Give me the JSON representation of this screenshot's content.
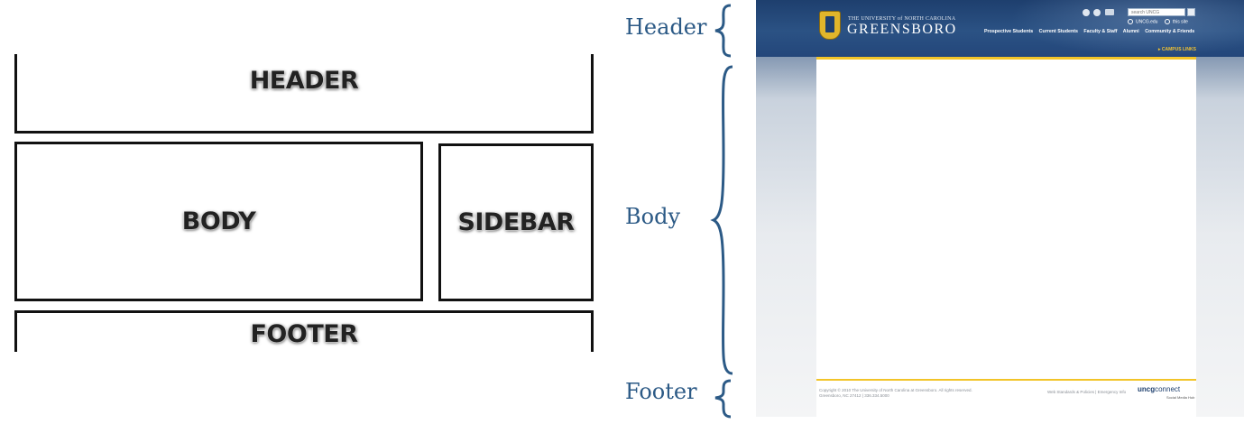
{
  "wireframe": {
    "header": "HEADER",
    "body": "BODY",
    "sidebar": "SIDEBAR",
    "footer": "FOOTER"
  },
  "labels": {
    "header": "Header",
    "body": "Body",
    "footer": "Footer"
  },
  "site": {
    "university_small": "THE UNIVERSITY of NORTH CAROLINA",
    "university_big": "GREENSBORO",
    "search_placeholder": "search UNCG",
    "radio_1": "UNCG.edu",
    "radio_2": "this site",
    "nav": [
      "Prospective Students",
      "Current Students",
      "Faculty & Staff",
      "Alumni",
      "Community & Friends"
    ],
    "campus_links": "▸ CAMPUS LINKS",
    "copyright": "Copyright © 2010 The University of North Carolina at Greensboro. All rights reserved. Greensboro, NC 27412  |  336.334.5000",
    "footer_links": "Web Standards & Policies  |  Emergency Info",
    "connect_brand": "uncg",
    "connect_word": "connect",
    "connect_sub": "Social Media Hub"
  },
  "colors": {
    "label_blue": "#2c5a86",
    "header_navy": "#23467a",
    "accent_gold": "#f2c428"
  }
}
